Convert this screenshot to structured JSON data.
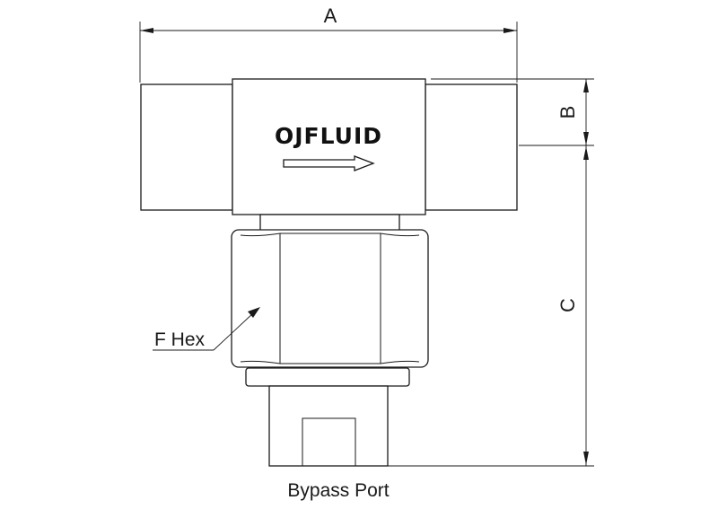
{
  "diagram": {
    "brand_label": "OJFLUID",
    "dimensions": {
      "a": "A",
      "b": "B",
      "c": "C"
    },
    "hex_callout": "F Hex",
    "caption": "Bypass Port",
    "flow_direction": "right"
  },
  "colors": {
    "line": "#1a1a1a",
    "fill": "#ffffff"
  }
}
